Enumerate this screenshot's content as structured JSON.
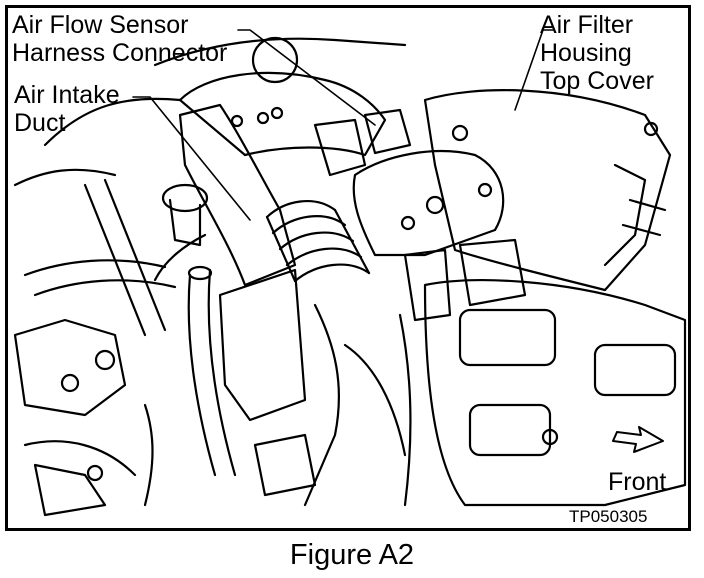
{
  "labels": {
    "air_flow_sensor_connector": "Air Flow Sensor\nHarness Connector",
    "air_intake_duct": "Air Intake\nDuct",
    "air_filter_top_cover": "Air Filter\nHousing\nTop Cover",
    "front": "Front"
  },
  "reference_code": "TP050305",
  "caption": "Figure A2"
}
